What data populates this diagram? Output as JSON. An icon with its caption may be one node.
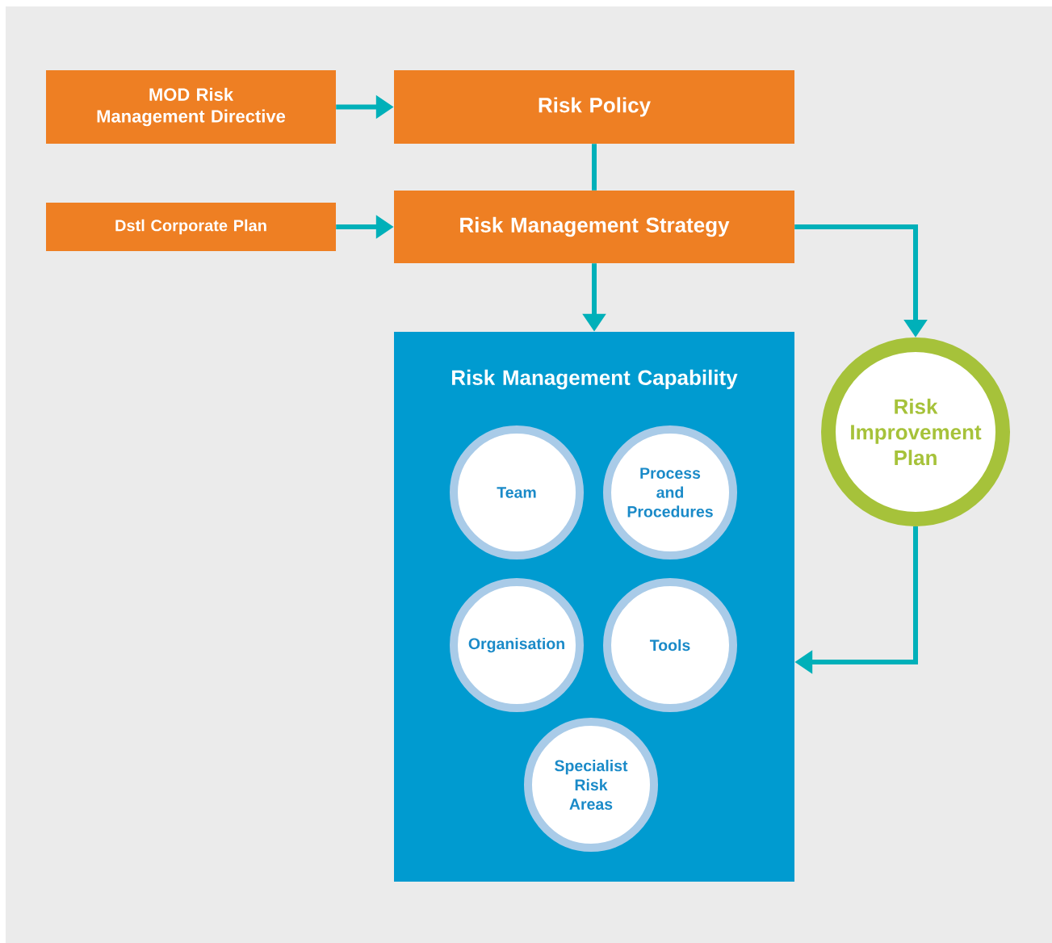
{
  "diagram": {
    "nodes": [
      {
        "text": [
          "MOD Risk Management Directive"
        ]
      },
      {
        "text": [
          "Risk Policy"
        ]
      },
      {
        "text": [
          "Dstl Corporate Plan"
        ]
      },
      {
        "text": [
          "Risk Management Strategy"
        ]
      },
      {
        "text": [
          "Risk Management Capability"
        ]
      },
      {
        "text": [
          "Team"
        ],
        "in": 4
      },
      {
        "text": [
          "Process and Procedures"
        ],
        "in": 4
      },
      {
        "text": [
          "Organisation"
        ],
        "in": 4
      },
      {
        "text": [
          "Tools"
        ],
        "in": 4
      },
      {
        "text": [
          "Specialist Risk Areas"
        ],
        "in": 4
      },
      {
        "text": [
          "Risk Improvement Plan"
        ]
      }
    ],
    "edges": [
      {
        "from": 0,
        "to": 1,
        "arrow": "to"
      },
      {
        "from": 1,
        "to": 3,
        "arrow": "none"
      },
      {
        "from": 2,
        "to": 3,
        "arrow": "to"
      },
      {
        "from": 3,
        "to": 4,
        "arrow": "to"
      },
      {
        "from": 3,
        "to": 10,
        "arrow": "to"
      },
      {
        "from": 10,
        "to": 4,
        "arrow": "to"
      }
    ]
  }
}
